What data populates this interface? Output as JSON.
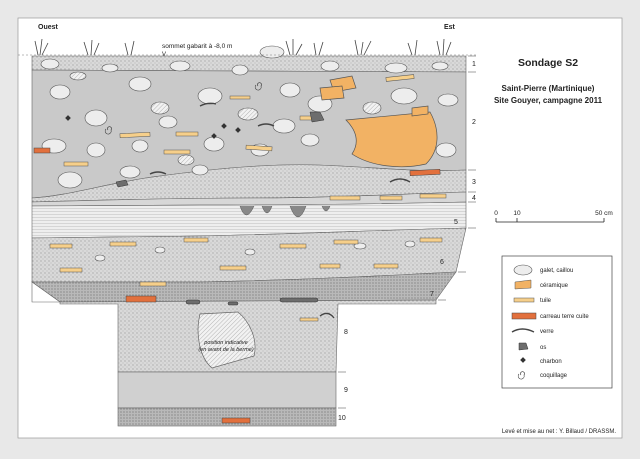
{
  "title": "Sondage S2",
  "subtitle_lines": [
    "Saint-Pierre (Martinique)",
    "Site Gouyer, campagne 2011"
  ],
  "orientation": {
    "left": "Ouest",
    "right": "Est"
  },
  "datum_label": "sommet gabarit à -8,0 m",
  "datum_marker": "V",
  "layers": [
    "1",
    "2",
    "3",
    "4",
    "5",
    "6",
    "7",
    "8",
    "9",
    "10"
  ],
  "scale": {
    "start": "0",
    "mid": "10",
    "end": "50 cm"
  },
  "position_note": [
    "position indicative",
    "(en avant de la berme)"
  ],
  "legend": [
    {
      "key": "galet",
      "label": "galet, caillou"
    },
    {
      "key": "ceramique",
      "label": "céramique"
    },
    {
      "key": "tuile",
      "label": "tuile"
    },
    {
      "key": "carreau",
      "label": "carreau terre cuite"
    },
    {
      "key": "verre",
      "label": "verre"
    },
    {
      "key": "os",
      "label": "os"
    },
    {
      "key": "charbon",
      "label": "charbon"
    },
    {
      "key": "coquillage",
      "label": "coquillage"
    }
  ],
  "credit": "Levé et mise au net : Y. Billaud / DRASSM.",
  "colors": {
    "background": "#e8e8e8",
    "panel": "#ffffff",
    "layer_grey": "#c8c8c8",
    "ceramique": "#f2b264",
    "tuile": "#f6cf8a",
    "carreau": "#e2703d",
    "verre": "#555555"
  }
}
